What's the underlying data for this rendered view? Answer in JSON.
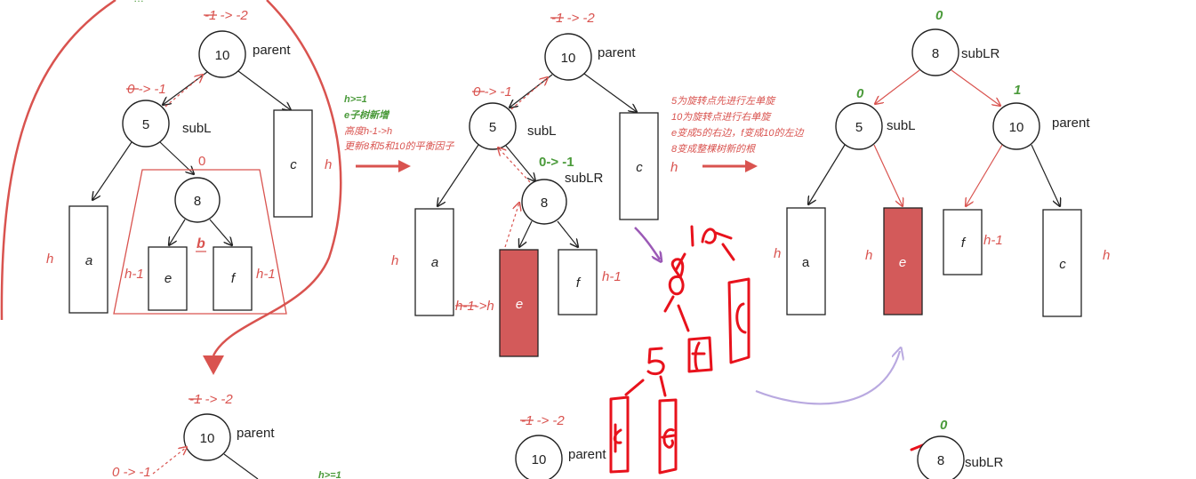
{
  "colors": {
    "annotation": "#d9534f",
    "annotation_green": "#4a9a3a",
    "node_stroke": "#222222",
    "highlight_fill": "#d35a5a",
    "hand_red": "#e8121c",
    "hand_purple": "#9b59b6",
    "hand_lavender": "#b9a9e0"
  },
  "top_marks": {
    "left": "…"
  },
  "panel1": {
    "bf_root": "-1 -> -2",
    "root_val": "10",
    "root_label": "parent",
    "bf_left": "0 -> -1",
    "left_val": "5",
    "left_label": "subL",
    "bf_sub": "0",
    "sub_val": "8",
    "sub_box_label": "b",
    "tree_a": "a",
    "tree_c": "c",
    "tree_e": "e",
    "tree_f": "f",
    "h_a": "h",
    "h_c": "h",
    "h_e": "h-1",
    "h_f": "h-1"
  },
  "note1": {
    "line1": "h>=1",
    "line2": "e子树新增",
    "line3": "高度h-1->h",
    "line4": "更新8和5和10的平衡因子"
  },
  "panel2": {
    "bf_root": "-1 -> -2",
    "root_val": "10",
    "root_label": "parent",
    "bf_left": "0 -> -1",
    "left_val": "5",
    "left_label": "subL",
    "bf_sub": "0-> -1",
    "sub_val": "8",
    "sub_label": "subLR",
    "tree_a": "a",
    "tree_c": "c",
    "tree_e": "e",
    "tree_f": "f",
    "h_a": "h",
    "h_c": "h",
    "h_e": "h-1->h",
    "h_f": "h-1"
  },
  "note2": {
    "line1": "5为旋转点先进行左单旋",
    "line2": "10为旋转点进行右单旋",
    "line3": "e变成5的右边，f变成10的左边",
    "line4": "8变成整棵树新的根"
  },
  "panel3": {
    "bf_root": "0",
    "root_val": "8",
    "root_label": "subLR",
    "bf_left": "0",
    "left_val": "5",
    "left_label": "subL",
    "bf_right": "1",
    "right_val": "10",
    "right_label": "parent",
    "tree_a": "a",
    "tree_e": "e",
    "tree_f": "f",
    "tree_c": "c",
    "h_a": "h",
    "h_e": "h",
    "h_f": "h-1",
    "h_c": "h"
  },
  "panel4": {
    "bf_root": "-1 -> -2",
    "root_val": "10",
    "root_label": "parent",
    "bf_left": "0 -> -1",
    "note_line1": "h>=1"
  },
  "panel5": {
    "bf_root": "-1 -> -2",
    "root_val": "10",
    "root_label": "parent"
  },
  "panel6": {
    "bf_root": "0",
    "root_val": "8",
    "root_label": "subLR"
  }
}
